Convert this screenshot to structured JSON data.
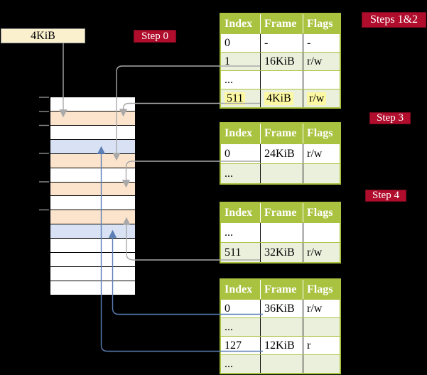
{
  "labels": {
    "page_size_box": "4KiB",
    "step0": "Step 0",
    "steps12": "Steps 1&2",
    "step3": "Step 3",
    "step4": "Step 4"
  },
  "tables": [
    {
      "name": "page-table-1",
      "step": "Steps 1&2",
      "headers": [
        "Index",
        "Frame",
        "Flags"
      ],
      "rows": [
        {
          "cells": [
            "0",
            "-",
            "-"
          ],
          "shaded": false,
          "highlight": false
        },
        {
          "cells": [
            "1",
            "16KiB",
            "r/w"
          ],
          "shaded": true,
          "highlight": false
        },
        {
          "cells": [
            "...",
            "",
            ""
          ],
          "shaded": false,
          "highlight": false
        },
        {
          "cells": [
            "511",
            "4KiB",
            "r/w"
          ],
          "shaded": true,
          "highlight": true
        }
      ]
    },
    {
      "name": "page-table-2",
      "step": "Step 3",
      "headers": [
        "Index",
        "Frame",
        "Flags"
      ],
      "rows": [
        {
          "cells": [
            "0",
            "24KiB",
            "r/w"
          ],
          "shaded": false,
          "highlight": false
        },
        {
          "cells": [
            "...",
            "",
            ""
          ],
          "shaded": true,
          "highlight": false
        }
      ]
    },
    {
      "name": "page-table-3",
      "step": "Step 4",
      "headers": [
        "Index",
        "Frame",
        "Flags"
      ],
      "rows": [
        {
          "cells": [
            "...",
            "",
            ""
          ],
          "shaded": false,
          "highlight": false
        },
        {
          "cells": [
            "511",
            "32KiB",
            "r/w"
          ],
          "shaded": true,
          "highlight": false
        }
      ]
    },
    {
      "name": "page-table-4",
      "step": "",
      "headers": [
        "Index",
        "Frame",
        "Flags"
      ],
      "rows": [
        {
          "cells": [
            "0",
            "36KiB",
            "r/w"
          ],
          "shaded": false,
          "highlight": false
        },
        {
          "cells": [
            "...",
            "",
            ""
          ],
          "shaded": true,
          "highlight": false
        },
        {
          "cells": [
            "127",
            "12KiB",
            "r"
          ],
          "shaded": false,
          "highlight": false
        },
        {
          "cells": [
            "...",
            "",
            ""
          ],
          "shaded": true,
          "highlight": false
        }
      ]
    }
  ],
  "memory_stack": {
    "row_colors": [
      "white",
      "orange",
      "white",
      "blue",
      "orange",
      "white",
      "orange",
      "white",
      "orange",
      "blue",
      "white",
      "white",
      "white",
      "white"
    ],
    "tick_rows": [
      1,
      2,
      3,
      5,
      7,
      9
    ]
  },
  "arrows": [
    {
      "source": "page-size-box",
      "target": "stack-row-2",
      "color": "#A9A9A9"
    },
    {
      "source": "table1-row-1",
      "target": "stack-row-5",
      "color": "#A9A9A9"
    },
    {
      "source": "table1-row-511",
      "target": "stack-row-2",
      "color": "#A9A9A9"
    },
    {
      "source": "table2-row-0",
      "target": "stack-row-7",
      "color": "#A9A9A9"
    },
    {
      "source": "table3-row-511",
      "target": "stack-row-9",
      "color": "#A9A9A9"
    },
    {
      "source": "table4-row-0",
      "target": "stack-row-10",
      "color": "#5B7EB5"
    },
    {
      "source": "table4-row-127",
      "target": "stack-row-4",
      "color": "#5B7EB5"
    }
  ],
  "colors": {
    "background": "#000000",
    "badge_crimson": "#B00D2D",
    "table_header_green": "#A9C23F",
    "table_row_shaded": "#EBF0DC",
    "cell_highlight_yellow": "#FDF8A2",
    "frame_orange": "#FCE4CC",
    "frame_blue": "#D8E2F4",
    "page_box_cream": "#FBF0CE",
    "connector_gray": "#A9A9A9",
    "connector_blue": "#5B7EB5"
  }
}
